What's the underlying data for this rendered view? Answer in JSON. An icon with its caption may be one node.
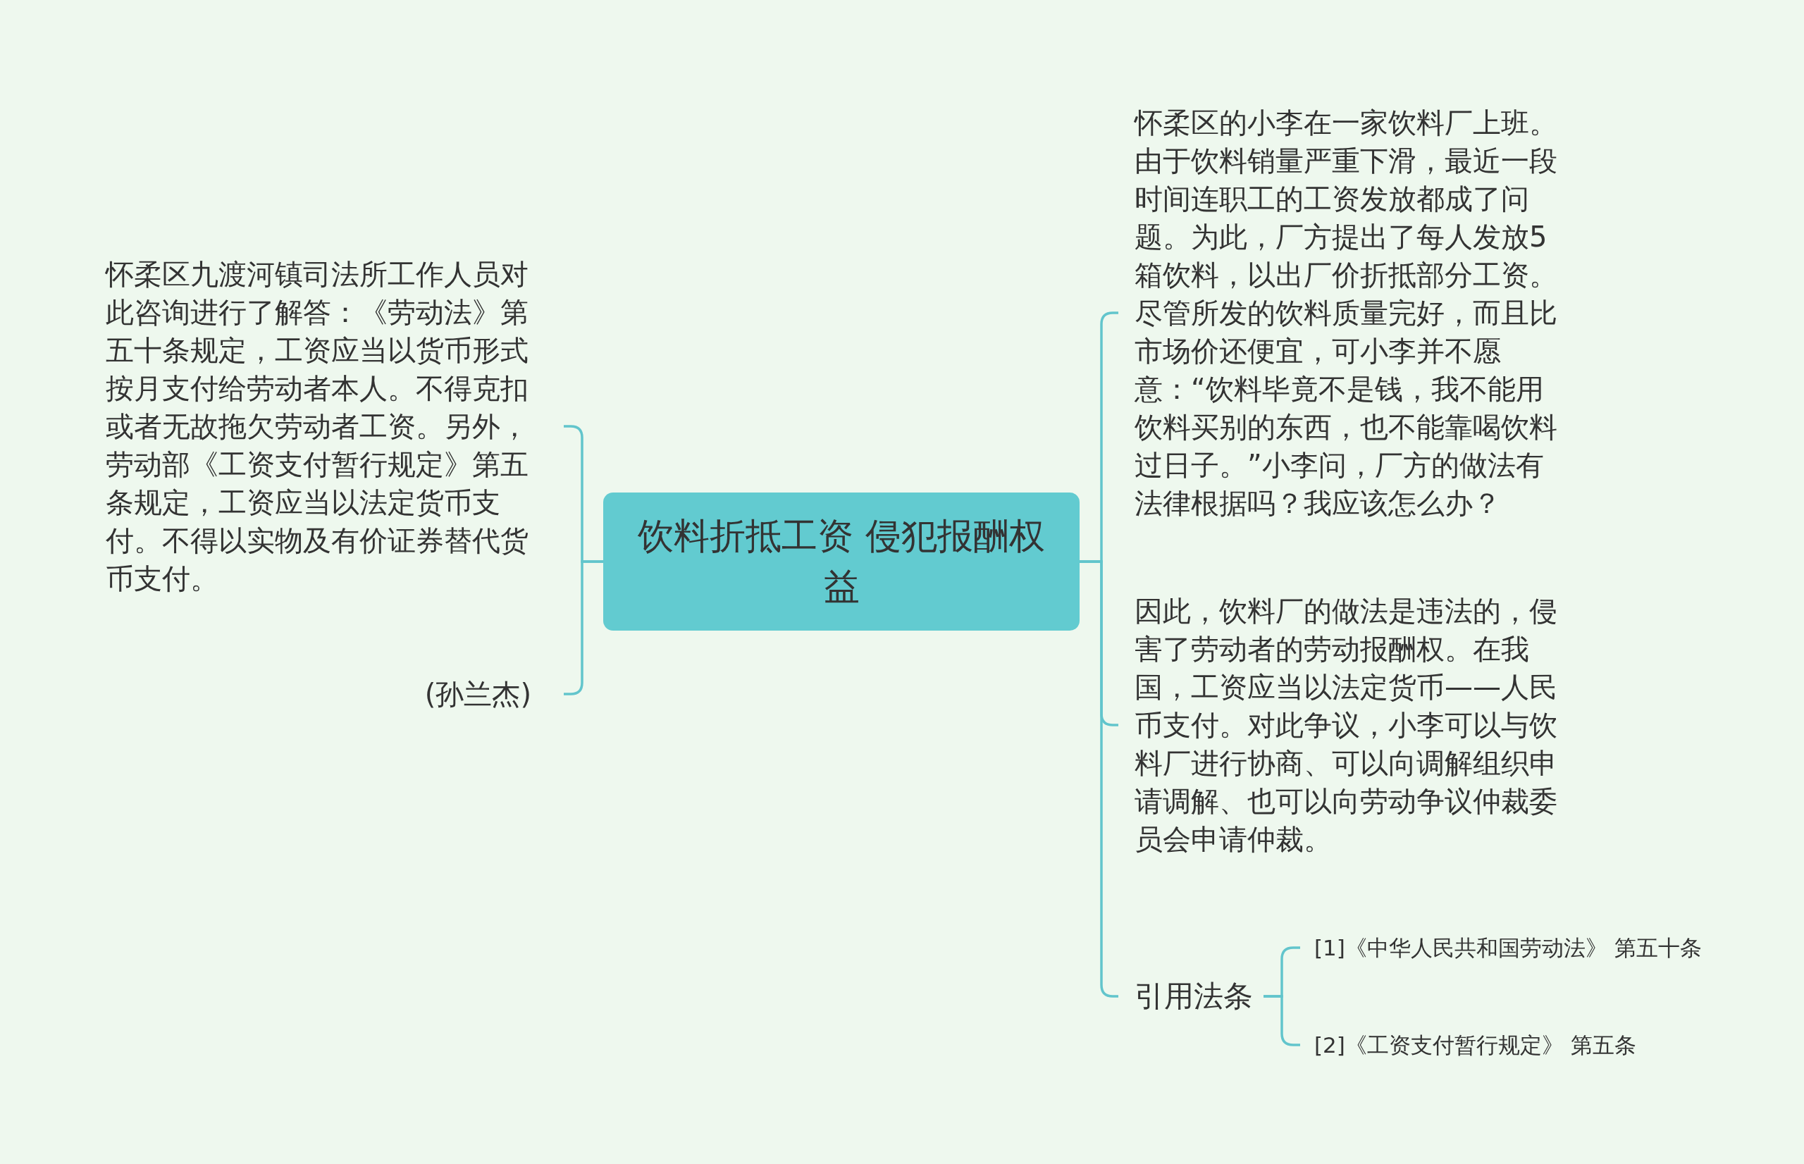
{
  "diagram": {
    "nodes": [
      {
        "text": [
          "饮料折抵工资 侵犯报酬权益"
        ]
      },
      {
        "text": [
          "怀柔区九渡河镇司法所工作人员对此咨询进行了解答：《劳动法》第五十条规定，工资应当以货币形式按月支付给劳动者本人。不得克扣或者无故拖欠劳动者工资。另外，劳动部《工资支付暂行规定》第五条规定，工资应当以法定货币支付。不得以实物及有价证券替代货币支付。"
        ]
      },
      {
        "text": [
          "(孙兰杰)"
        ]
      },
      {
        "text": [
          "怀柔区的小李在一家饮料厂上班。由于饮料销量严重下滑，最近一段时间连职工的工资发放都成了问题。为此，厂方提出了每人发放5箱饮料，以出厂价折抵部分工资。尽管所发的饮料质量完好，而且比市场价还便宜，可小李并不愿意：“饮料毕竟不是钱，我不能用饮料买别的东西，也不能靠喝饮料过日子。”小李问，厂方的做法有法律根据吗？我应该怎么办？"
        ]
      },
      {
        "text": [
          "因此，饮料厂的做法是违法的，侵害了劳动者的劳动报酬权。在我国，工资应当以法定货币——人民币支付。对此争议，小李可以与饮料厂进行协商、可以向调解组织申请调解、也可以向劳动争议仲裁委员会申请仲裁。"
        ]
      },
      {
        "text": [
          "引用法条"
        ]
      },
      {
        "text": [
          "[1]《中华人民共和国劳动法》 第五十条"
        ]
      },
      {
        "text": [
          "[2]《工资支付暂行规定》 第五条"
        ]
      }
    ],
    "edges": [
      {
        "from": 0,
        "to": 1,
        "arrow": "none"
      },
      {
        "from": 0,
        "to": 2,
        "arrow": "none"
      },
      {
        "from": 0,
        "to": 3,
        "arrow": "none"
      },
      {
        "from": 0,
        "to": 4,
        "arrow": "none"
      },
      {
        "from": 0,
        "to": 5,
        "arrow": "none"
      },
      {
        "from": 5,
        "to": 6,
        "arrow": "none"
      },
      {
        "from": 5,
        "to": 7,
        "arrow": "none"
      }
    ]
  }
}
